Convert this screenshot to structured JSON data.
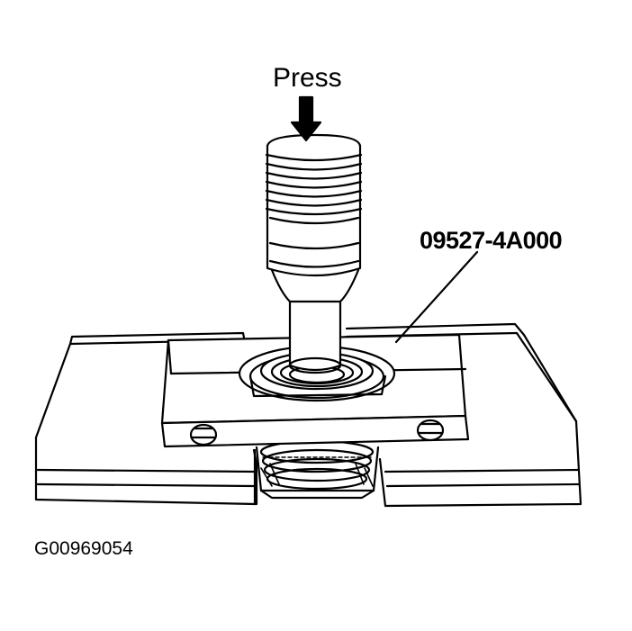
{
  "labels": {
    "press": "Press",
    "part_number": "09527-4A000",
    "figure_id": "G00969054"
  },
  "colors": {
    "ink": "#000000",
    "paper": "#ffffff"
  }
}
